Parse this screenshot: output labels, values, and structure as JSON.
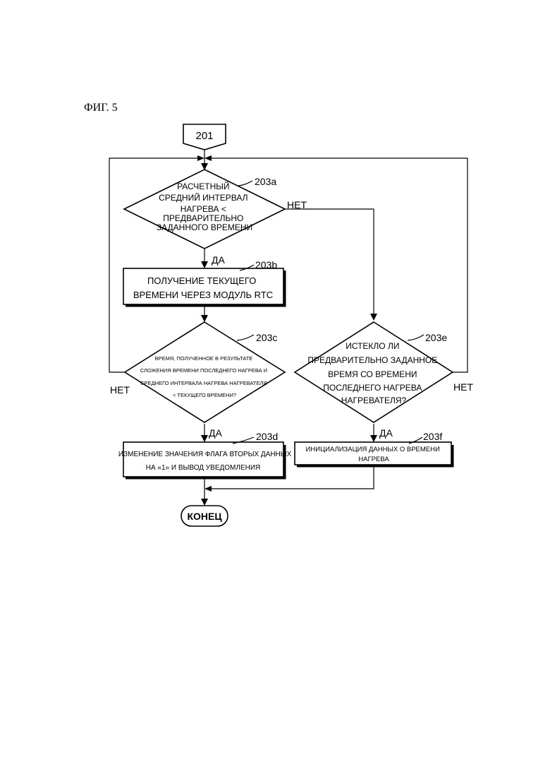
{
  "figure": {
    "title": "ФИГ. 5"
  },
  "nodes": {
    "start": {
      "label": "201"
    },
    "d203a": {
      "ref": "203a",
      "lines": [
        "РАСЧЕТНЫЙ",
        "СРЕДНИЙ ИНТЕРВАЛ",
        "НАГРЕВА <",
        "ПРЕДВАРИТЕЛЬНО",
        "ЗАДАННОГО ВРЕМЕНИ"
      ]
    },
    "p203b": {
      "ref": "203b",
      "lines": [
        "ПОЛУЧЕНИЕ ТЕКУЩЕГО",
        "ВРЕМЕНИ ЧЕРЕЗ МОДУЛЬ RTC"
      ]
    },
    "d203c": {
      "ref": "203c",
      "lines": [
        "ВРЕМЯ, ПОЛУЧЕННОЕ В РЕЗУЛЬТАТЕ",
        "СЛОЖЕНИЯ ВРЕМЕНИ ПОСЛЕДНЕГО НАГРЕВА И",
        "СРЕДНЕГО ИНТЕРВАЛА НАГРЕВА НАГРЕВАТЕЛЯ",
        "< ТЕКУЩЕГО ВРЕМЕНИ?"
      ]
    },
    "p203d": {
      "ref": "203d",
      "lines": [
        "ИЗМЕНЕНИЕ ЗНАЧЕНИЯ ФЛАГА ВТОРЫХ ДАННЫХ",
        "НА «1» И ВЫВОД УВЕДОМЛЕНИЯ"
      ]
    },
    "d203e": {
      "ref": "203e",
      "lines": [
        "ИСТЕКЛО ЛИ",
        "ПРЕДВАРИТЕЛЬНО ЗАДАННОЕ",
        "ВРЕМЯ СО ВРЕМЕНИ",
        "ПОСЛЕДНЕГО НАГРЕВА",
        "НАГРЕВАТЕЛЯ?"
      ]
    },
    "p203f": {
      "ref": "203f",
      "lines": [
        "ИНИЦИАЛИЗАЦИЯ ДАННЫХ О ВРЕМЕНИ",
        "НАГРЕВА"
      ]
    },
    "end": {
      "label": "КОНЕЦ"
    }
  },
  "edge_labels": {
    "a_yes": "ДА",
    "a_no": "НЕТ",
    "c_yes": "ДА",
    "c_no": "НЕТ",
    "e_yes": "ДА",
    "e_no": "НЕТ"
  }
}
